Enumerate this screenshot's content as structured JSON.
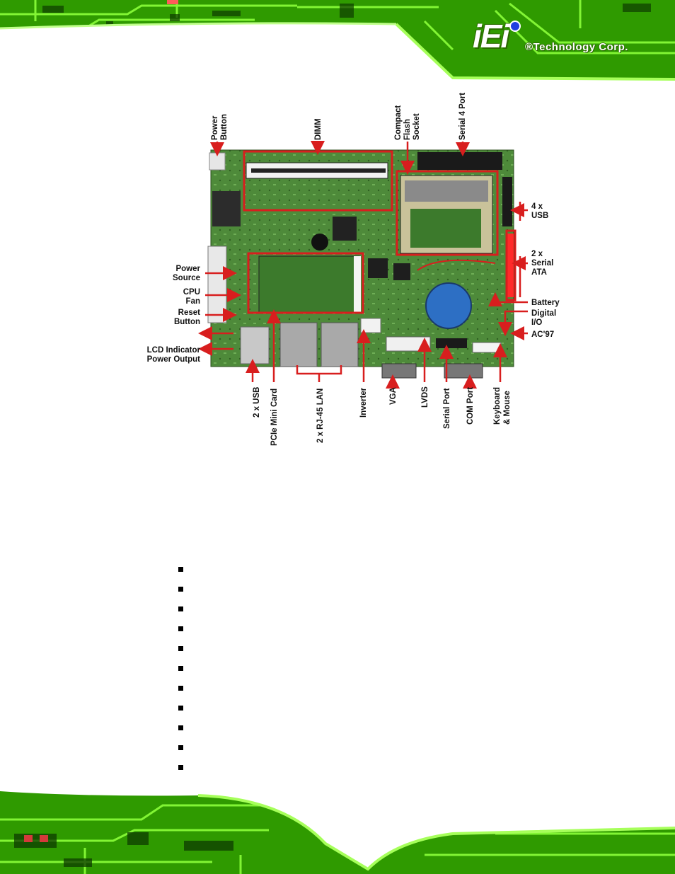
{
  "header": {
    "logo_text": "iEi",
    "brand_text": "®Technology Corp."
  },
  "figure": {
    "board_alt": "Embedded board top view",
    "labels": {
      "power_button": [
        "Power",
        "Button"
      ],
      "dimm": "DIMM",
      "compact_flash": [
        "Compact",
        "Flash",
        "Socket"
      ],
      "serial4": "Serial 4 Port",
      "usb4": [
        "4 x",
        "USB"
      ],
      "sata": [
        "2 x",
        "Serial",
        "ATA"
      ],
      "battery": "Battery",
      "digital_io": [
        "Digital",
        "I/O"
      ],
      "ac97": "AC'97",
      "power_source": [
        "Power",
        "Source"
      ],
      "cpu_fan": [
        "CPU",
        "Fan"
      ],
      "reset_button": [
        "Reset",
        "Button"
      ],
      "lcd_indicator": [
        "LCD Indicator",
        "Power Output"
      ],
      "usb2": "2 x USB",
      "pcie": "PCIe Mini Card",
      "lan": "2 x RJ-45 LAN",
      "inverter": "Inverter",
      "vga": "VGA",
      "lvds": "LVDS",
      "serial_port": "Serial Port",
      "com_port": "COM Port",
      "keyboard": [
        "Keyboard",
        "& Mouse"
      ]
    }
  },
  "bullet_count": 11,
  "colors": {
    "pcb_green": "#4e8a3a",
    "callout_red": "#d81e1e",
    "banner_green": "#3fbf00"
  }
}
